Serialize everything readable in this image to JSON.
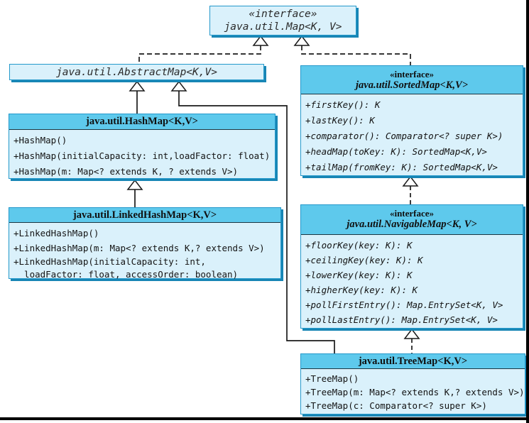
{
  "colors": {
    "header_fill": "#5ec9ec",
    "body_fill": "#daf1fb",
    "box_border": "#2499cb",
    "box_shadow": "#1886b5",
    "connector": "#1a1a1a",
    "frame": "#000000"
  },
  "boxes": {
    "map": {
      "stereotype": "«interface»",
      "name": "java.util.Map<K, V>"
    },
    "abstract_map": {
      "name": "java.util.AbstractMap<K,V>"
    },
    "hash_map": {
      "name": "java.util.HashMap<K,V>",
      "methods": [
        "+HashMap()",
        "+HashMap(initialCapacity: int,loadFactor: float)",
        "+HashMap(m: Map<? extends K, ? extends V>)"
      ]
    },
    "linked_hash_map": {
      "name": "java.util.LinkedHashMap<K,V>",
      "methods": [
        "+LinkedHashMap()",
        "+LinkedHashMap(m: Map<? extends K,? extends V>)",
        "+LinkedHashMap(initialCapacity: int,",
        "  loadFactor: float, accessOrder: boolean)"
      ]
    },
    "sorted_map": {
      "stereotype": "«interface»",
      "name": "java.util.SortedMap<K,V>",
      "methods": [
        "+firstKey(): K",
        "+lastKey(): K",
        "+comparator(): Comparator<? super K>)",
        "+headMap(toKey: K): SortedMap<K,V>",
        "+tailMap(fromKey: K): SortedMap<K,V>"
      ]
    },
    "navigable_map": {
      "stereotype": "«interface»",
      "name": "java.util.NavigableMap<K, V>",
      "methods": [
        "+floorKey(key: K): K",
        "+ceilingKey(key: K): K",
        "+lowerKey(key: K): K",
        "+higherKey(key: K): K",
        "+pollFirstEntry(): Map.EntrySet<K, V>",
        "+pollLastEntry(): Map.EntrySet<K, V>"
      ]
    },
    "tree_map": {
      "name": "java.util.TreeMap<K,V>",
      "methods": [
        "+TreeMap()",
        "+TreeMap(m: Map<? extends K,? extends V>)",
        "+TreeMap(c: Comparator<? super K>)"
      ]
    }
  },
  "relationships": [
    {
      "from": "java.util.AbstractMap",
      "to": "java.util.Map",
      "type": "realization-dashed-hollow-triangle"
    },
    {
      "from": "java.util.SortedMap",
      "to": "java.util.Map",
      "type": "realization-dashed-hollow-triangle"
    },
    {
      "from": "java.util.HashMap",
      "to": "java.util.AbstractMap",
      "type": "generalization-solid-hollow-triangle"
    },
    {
      "from": "java.util.TreeMap",
      "to": "java.util.AbstractMap",
      "type": "generalization-solid-hollow-triangle"
    },
    {
      "from": "java.util.LinkedHashMap",
      "to": "java.util.HashMap",
      "type": "generalization-solid-hollow-triangle"
    },
    {
      "from": "java.util.NavigableMap",
      "to": "java.util.SortedMap",
      "type": "realization-dashed-hollow-triangle"
    },
    {
      "from": "java.util.TreeMap",
      "to": "java.util.NavigableMap",
      "type": "realization-dashed-hollow-triangle"
    }
  ]
}
